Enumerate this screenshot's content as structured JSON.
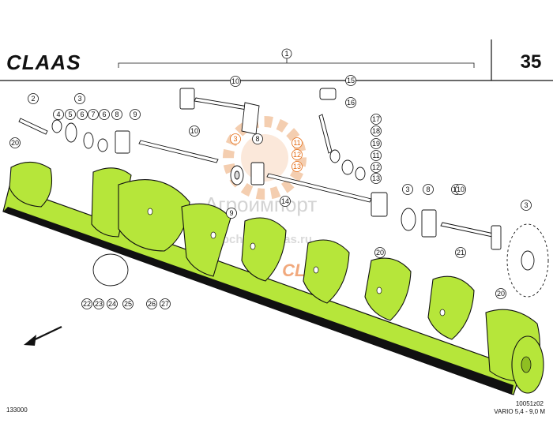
{
  "header": {
    "brand": "CLAAS",
    "page_number": "35",
    "assembly_callout": "1"
  },
  "footer": {
    "left_code": "133000",
    "drawing_code": "10051z02",
    "model": "VARIO 5,4 - 9,0 M"
  },
  "watermark": {
    "line1": "Агроимпорт",
    "line2": "zapchasti-claas.ru",
    "logo": "CLAAS"
  },
  "callouts": [
    {
      "label": "2"
    },
    {
      "label": "3"
    },
    {
      "label": "4"
    },
    {
      "label": "5"
    },
    {
      "label": "6"
    },
    {
      "label": "7"
    },
    {
      "label": "6"
    },
    {
      "label": "8"
    },
    {
      "label": "9"
    },
    {
      "label": "20"
    },
    {
      "label": "10"
    },
    {
      "label": "10"
    },
    {
      "label": "3"
    },
    {
      "label": "8"
    },
    {
      "label": "9"
    },
    {
      "label": "10"
    },
    {
      "label": "15"
    },
    {
      "label": "16"
    },
    {
      "label": "17"
    },
    {
      "label": "18"
    },
    {
      "label": "19"
    },
    {
      "label": "11"
    },
    {
      "label": "12"
    },
    {
      "label": "13"
    },
    {
      "label": "11"
    },
    {
      "label": "12"
    },
    {
      "label": "13"
    },
    {
      "label": "14"
    },
    {
      "label": "3"
    },
    {
      "label": "8"
    },
    {
      "label": "10"
    },
    {
      "label": "20"
    },
    {
      "label": "3"
    },
    {
      "label": "20"
    },
    {
      "label": "21"
    },
    {
      "label": "22"
    },
    {
      "label": "23"
    },
    {
      "label": "24"
    },
    {
      "label": "25"
    },
    {
      "label": "26"
    },
    {
      "label": "27"
    }
  ],
  "colors": {
    "auger": "#b6e63a",
    "auger_dark": "#8fbf22",
    "line": "#111111",
    "watermark_gear": "#f3c9a8",
    "watermark_claas": "#f0a070",
    "highlight": "#e46a12"
  },
  "icons": {
    "direction": "arrow-down-left-icon",
    "watermark": "gear-icon"
  }
}
